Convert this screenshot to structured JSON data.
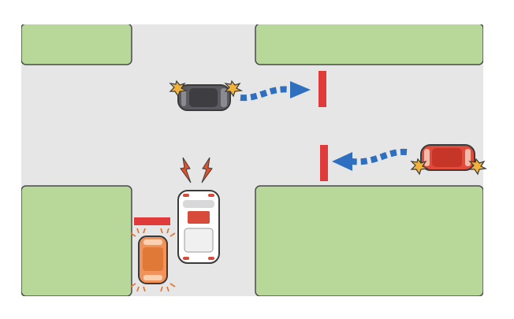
{
  "colors": {
    "background": "#ffffff",
    "grass": "#b8d89a",
    "road": "#e6e6e6",
    "outline": "#3a3a3a",
    "stop_line": "#e03a3a",
    "arrow": "#2f6fbf",
    "flash": "#f0b23a",
    "alert": "#e0502a"
  },
  "vehicles": [
    {
      "name": "dark-gray-car",
      "color": "#5a5a60",
      "direction": "right"
    },
    {
      "name": "red-car",
      "color": "#e24a3a",
      "direction": "left"
    },
    {
      "name": "white-van",
      "color": "#ffffff",
      "direction": "up"
    },
    {
      "name": "orange-car",
      "color": "#f0925a",
      "direction": "up"
    }
  ],
  "icons": [
    "turn-signal-flash-icon",
    "alert-lightning-icon",
    "dashed-arrow-right-icon",
    "dashed-arrow-left-icon"
  ]
}
